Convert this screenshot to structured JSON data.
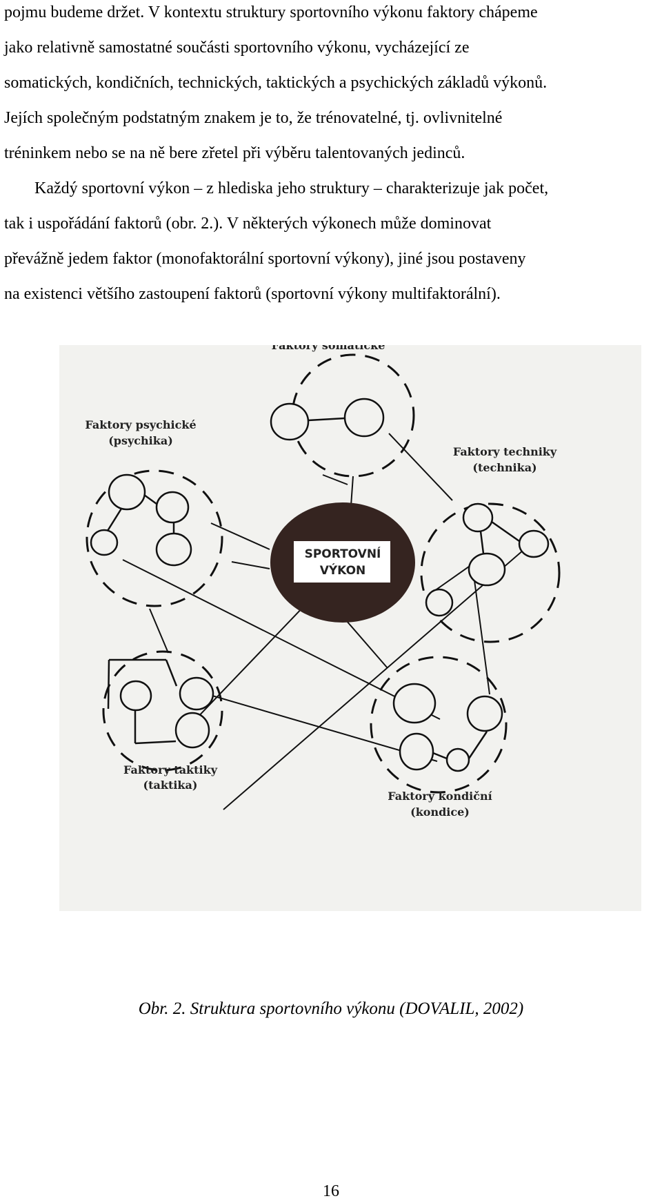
{
  "body_text": {
    "paragraph_1": [
      "pojmu budeme držet. V kontextu struktury sportovního výkonu faktory chápeme",
      "jako relativně samostatné součásti sportovního výkonu, vycházející ze",
      "somatických, kondičních, technických, taktických a psychických základů výkonů.",
      "Jejích společným podstatným znakem je to, že trénovatelné, tj. ovlivnitelné",
      "tréninkem nebo se na ně bere zřetel při výběru talentovaných jedinců."
    ],
    "paragraph_2": [
      "Každý sportovní výkon – z  hlediska jeho struktury – charakterizuje jak počet,",
      "tak i uspořádání faktorů (obr. 2.). V některých výkonech může dominovat",
      "převážně jedem faktor    (monofaktorální sportovní výkony), jiné jsou postaveny",
      "na existenci většího zastoupení faktorů (sportovní výkony multifaktorální)."
    ]
  },
  "diagram": {
    "center": {
      "line1": "SPORTOVNÍ",
      "line2": "VÝKON"
    },
    "labels": {
      "somatic": "Faktory somatické",
      "psychic_line1": "Faktory psychické",
      "psychic_line2": "(psychika)",
      "technique_line1": "Faktory techniky",
      "technique_line2": "(technika)",
      "tactics_line1": "Faktory taktiky",
      "tactics_line2": "(taktika)",
      "conditioning_line1": "Faktory kondiční",
      "conditioning_line2": "(kondice)"
    },
    "colors": {
      "paper": "#f2f2ef",
      "center_fill": "#352420",
      "ink": "#111111"
    }
  },
  "caption": "Obr. 2. Struktura sportovního výkonu (DOVALIL, 2002)",
  "page_number": "16"
}
